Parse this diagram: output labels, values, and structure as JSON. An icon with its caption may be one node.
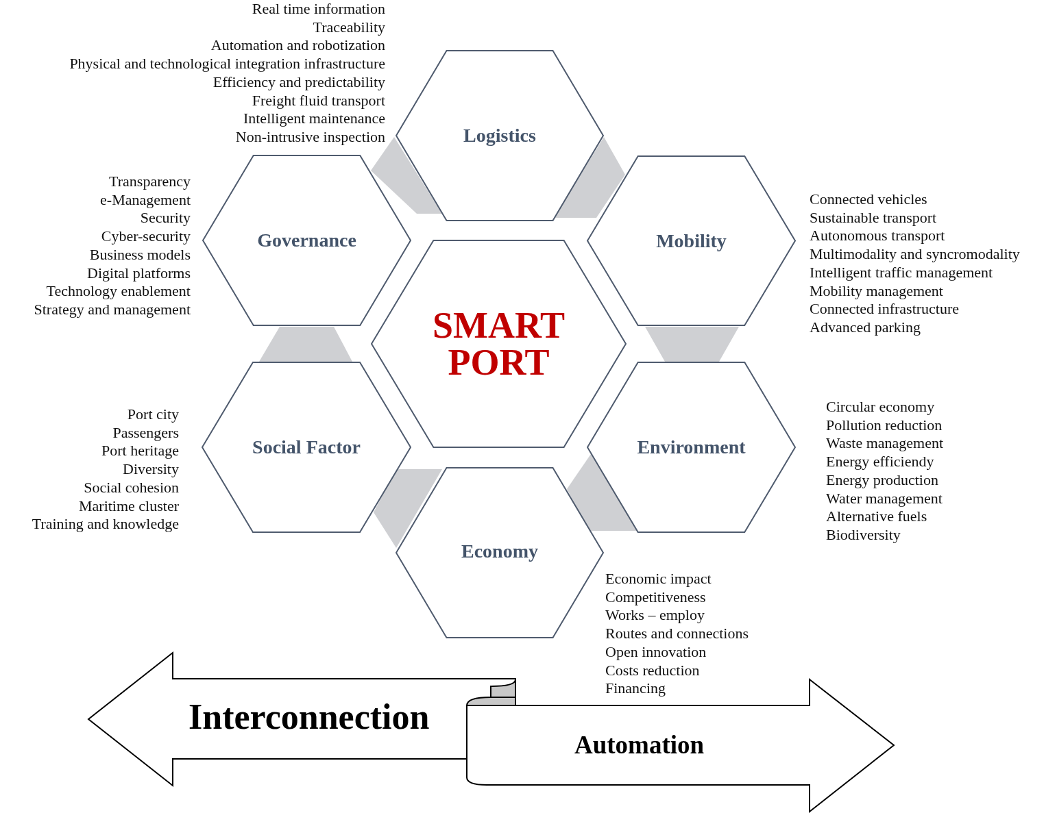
{
  "diagram": {
    "nodes": [
      {
        "text": [
          "Logistics"
        ],
        "beside": [
          "Real time information",
          "Traceability",
          "Automation and robotization",
          "Physical and technological integration infrastructure",
          "Efficiency and predictability",
          "Freight fluid transport",
          "Intelligent maintenance",
          "Non-intrusive inspection"
        ]
      },
      {
        "text": [
          "Governance"
        ],
        "beside": [
          "Transparency",
          "e-Management",
          "Security",
          "Cyber-security",
          "Business models",
          "Digital platforms",
          "Technology enablement",
          "Strategy and management"
        ]
      },
      {
        "text": [
          "Mobility"
        ],
        "beside": [
          "Connected vehicles",
          "Sustainable transport",
          "Autonomous transport",
          "Multimodality and syncromodality",
          "Intelligent traffic management",
          "Mobility management",
          "Connected infrastructure",
          "Advanced parking"
        ]
      },
      {
        "text": [
          "SMART PORT"
        ]
      },
      {
        "text": [
          "Social Factor"
        ],
        "beside": [
          "Port city",
          "Passengers",
          "Port heritage",
          "Diversity",
          "Social cohesion",
          "Maritime cluster",
          "Training and knowledge"
        ]
      },
      {
        "text": [
          "Environment"
        ],
        "beside": [
          "Circular economy",
          "Pollution reduction",
          "Waste management",
          "Energy efficiendy",
          "Energy production",
          "Water management",
          "Alternative fuels",
          "Biodiversity"
        ]
      },
      {
        "text": [
          "Economy"
        ],
        "beside": [
          "Economic impact",
          "Competitiveness",
          "Works – employ",
          "Routes and connections",
          "Open innovation",
          "Costs reduction",
          "Financing"
        ]
      },
      {
        "text": [
          "Interconnection"
        ]
      },
      {
        "text": [
          "Automation"
        ]
      }
    ]
  }
}
